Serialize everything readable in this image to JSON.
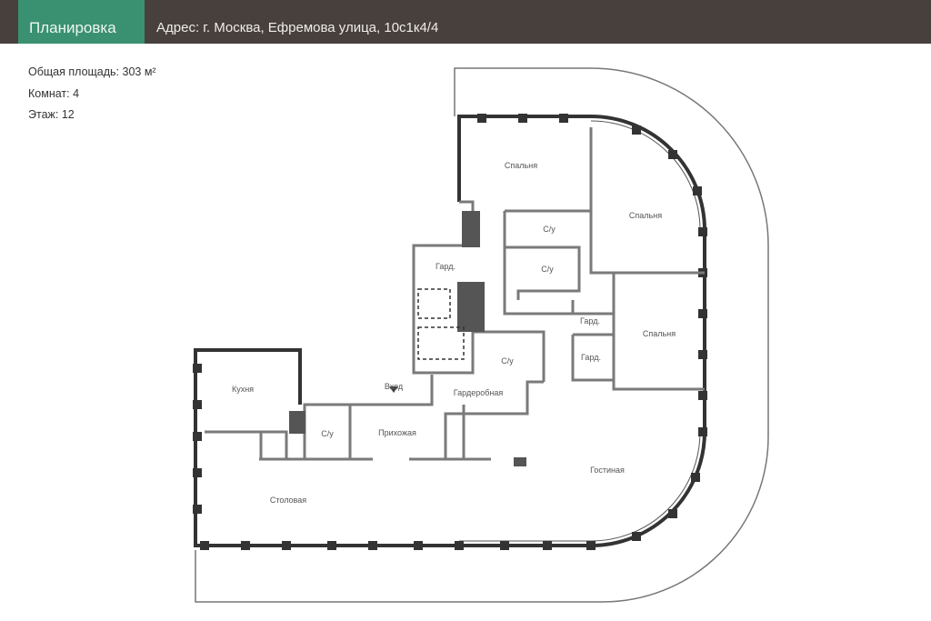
{
  "header": {
    "tab_label": "Планировка",
    "address": "Адрес: г. Москва,  Ефремова улица, 10с1к4/4"
  },
  "info": {
    "area": "Общая площадь: 303 м²",
    "rooms": "Комнат: 4",
    "floor": "Этаж: 12"
  },
  "plan": {
    "rooms": {
      "bedroom1": "Спальня",
      "bedroom2": "Спальня",
      "bedroom3": "Спальня",
      "bath1": "С/у",
      "bath2": "С/у",
      "bath3": "С/у",
      "bath4": "С/у",
      "closet1": "Гард.",
      "closet2": "Гард.",
      "closet3": "Гард.",
      "dressing": "Гардеробная",
      "entrance": "Вход",
      "hall": "Прихожая",
      "kitchen": "Кухня",
      "living": "Гостиная",
      "dining": "Столовая"
    }
  },
  "colors": {
    "header_bg": "#48403d",
    "accent": "#3a9171"
  }
}
